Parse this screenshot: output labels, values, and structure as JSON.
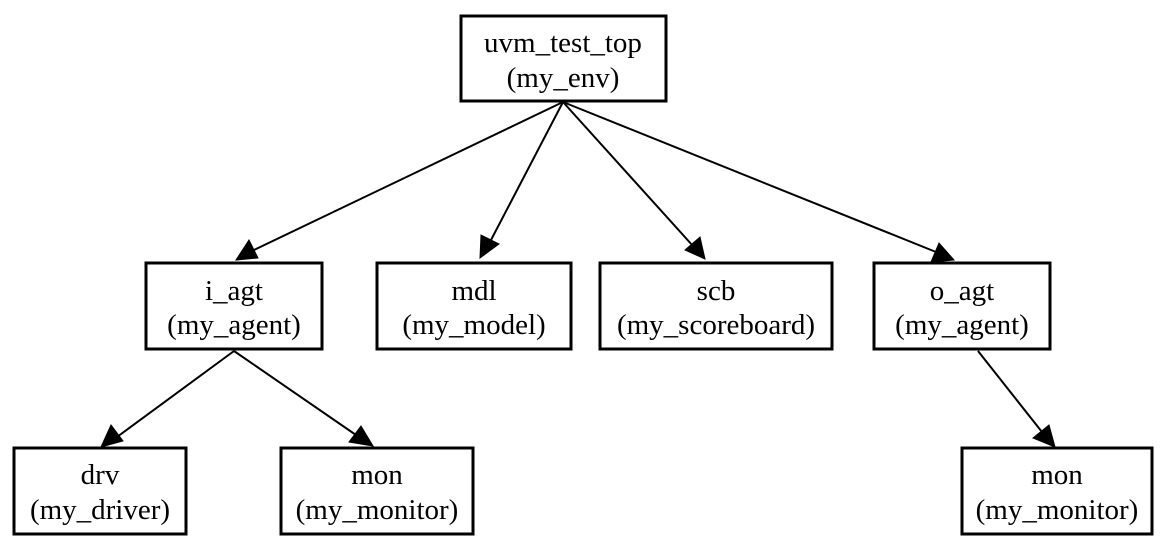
{
  "nodes": {
    "uvm_test_top": {
      "name": "uvm_test_top",
      "type": "(my_env)"
    },
    "i_agt": {
      "name": "i_agt",
      "type": "(my_agent)"
    },
    "mdl": {
      "name": "mdl",
      "type": "(my_model)"
    },
    "scb": {
      "name": "scb",
      "type": "(my_scoreboard)"
    },
    "o_agt": {
      "name": "o_agt",
      "type": "(my_agent)"
    },
    "drv": {
      "name": "drv",
      "type": "(my_driver)"
    },
    "i_mon": {
      "name": "mon",
      "type": "(my_monitor)"
    },
    "o_mon": {
      "name": "mon",
      "type": "(my_monitor)"
    }
  },
  "edges": [
    {
      "from": "uvm_test_top",
      "to": "i_agt"
    },
    {
      "from": "uvm_test_top",
      "to": "mdl"
    },
    {
      "from": "uvm_test_top",
      "to": "scb"
    },
    {
      "from": "uvm_test_top",
      "to": "o_agt"
    },
    {
      "from": "i_agt",
      "to": "drv"
    },
    {
      "from": "i_agt",
      "to": "i_mon"
    },
    {
      "from": "o_agt",
      "to": "o_mon"
    }
  ]
}
